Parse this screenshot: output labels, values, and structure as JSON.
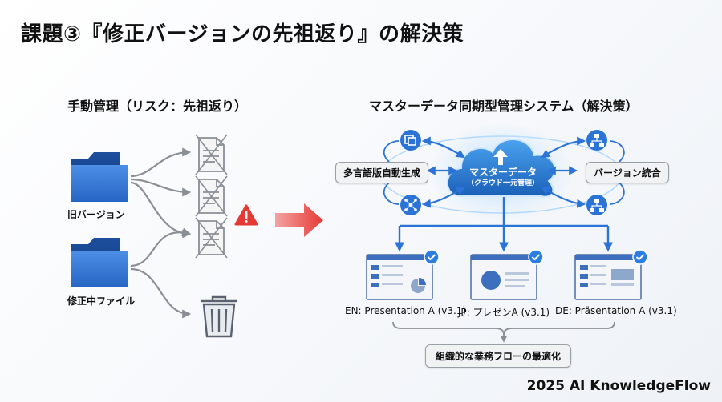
{
  "title": "課題③『修正バージョンの先祖返り』の解決策",
  "left": {
    "title": "手動管理（リスク：先祖返り）",
    "old_version_label": "旧バージョン",
    "editing_label": "修正中ファイル"
  },
  "right": {
    "title": "マスターデータ同期型管理システム（解決策）",
    "cloud_title": "マスターデータ",
    "cloud_subtitle": "（クラウド一元管理）",
    "left_node": "多言語版自動生成",
    "right_node": "バージョン統合",
    "outputs": [
      {
        "label": "EN: Presentation A (v3.1)"
      },
      {
        "label": "JP: プレゼンA (v3.1)"
      },
      {
        "label": "DE: Präsentation A (v3.1)"
      }
    ],
    "result": "組織的な業務フローの最適化"
  },
  "footer": "2025 AI KnowledgeFlow",
  "colors": {
    "folder_blue": "#2f6fcf",
    "arrow_blue": "#2b73d6",
    "warning_red": "#e53935",
    "cloud_blue": "#1f78d1",
    "check_blue": "#2a7de1"
  }
}
